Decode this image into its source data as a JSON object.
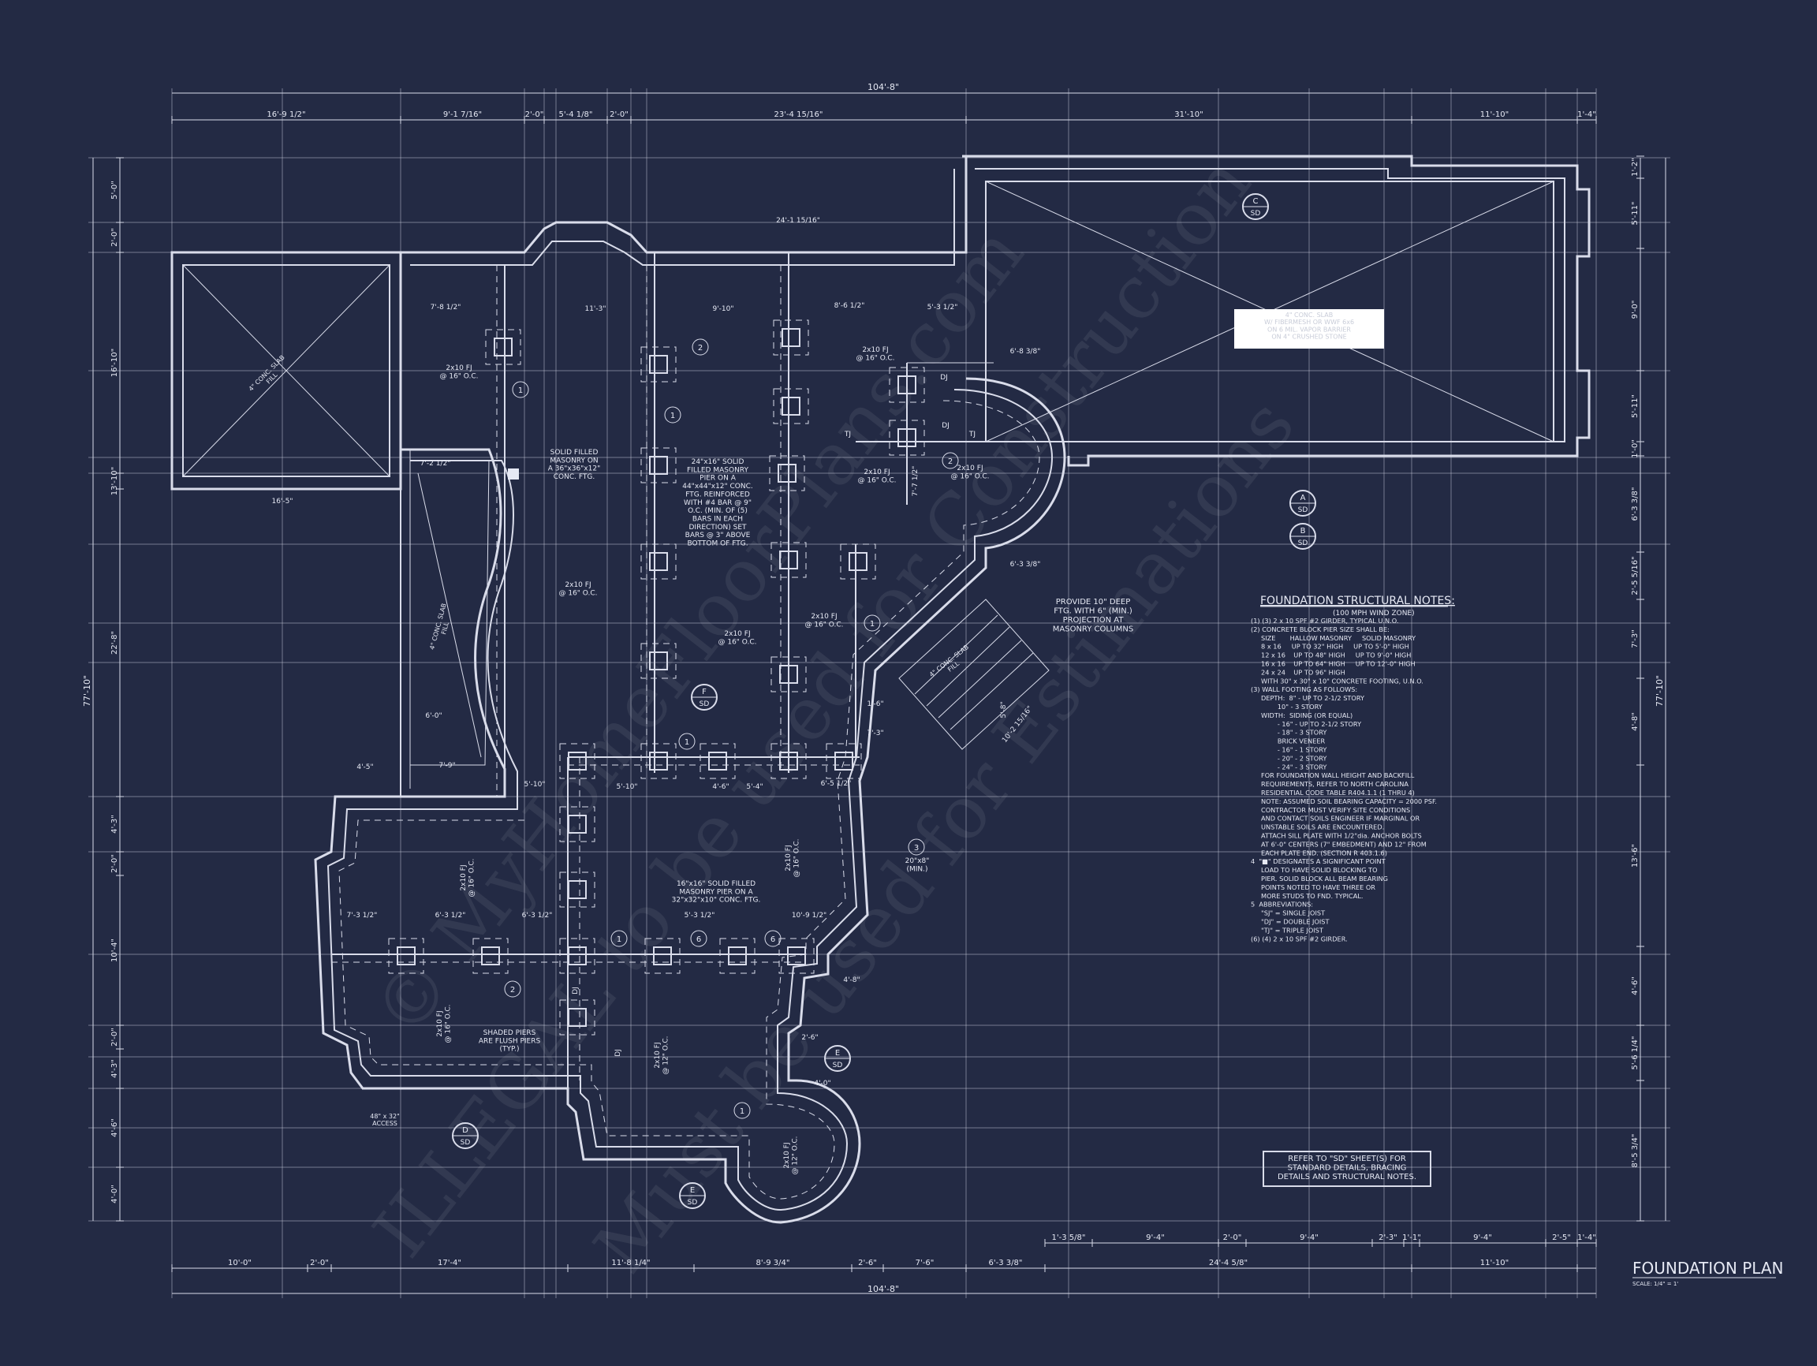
{
  "title": "FOUNDATION PLAN",
  "scale": "SCALE: 1/4\" = 1'",
  "watermark": [
    "© MyHomeFloorPlans.com",
    "ILLEGAL to be used for Construction",
    "Must be used for Estimations"
  ],
  "dims_top": [
    "16'-9 1/2\"",
    "9'-1 7/16\"",
    "2'-0\"",
    "5'-4 1/8\"",
    "2'-0\"",
    "23'-4 15/16\"",
    "31'-10\"",
    "11'-10\"",
    "1'-4\""
  ],
  "overall_dim": "104'-8\"",
  "dims_bottom": [
    "10'-0\"",
    "2'-0\"",
    "17'-4\"",
    "11'-8 1/4\"",
    "8'-9 3/4\"",
    "2'-6\"",
    "7'-6\"",
    "6'-3 3/8\"",
    "24'-4 5/8\"",
    "11'-10\""
  ],
  "dims_bottom_right": [
    "1'-3 5/8\"",
    "9'-4\"",
    "2'-0\"",
    "9'-4\"",
    "2'-3\"",
    "1'-1\"",
    "9'-4\"",
    "2'-5\"",
    "1'-4\""
  ],
  "dims_left": [
    "5'-0\"",
    "2'-0\"",
    "16'-10\"",
    "13'-10\"",
    "22'-8\"",
    "4'-3\"",
    "2'-0\"",
    "10'-4\"",
    "2'-0\"",
    "4'-3\"",
    "4'-6\"",
    "4'-0\""
  ],
  "overall_left": "77'-10\"",
  "overall_right": "77'-10\"",
  "dims_right": [
    "1'-2\"",
    "5'-11\"",
    "9'-0\"",
    "5'-11\"",
    "1'-0\"",
    "6'-3 3/8\"",
    "2'-5 5/16\"",
    "7'-3\"",
    "4'-8\"",
    "13'-6\"",
    "4'-6\"",
    "5'-6 1/4\"",
    "8'-5 3/4\""
  ],
  "interior_dims": [
    "24'-1 15/16\"",
    "7'-8 1/2\"",
    "11'-3\"",
    "9'-10\"",
    "8'-6 1/2\"",
    "5'-3 1/2\"",
    "6'-8 3/8\"",
    "7'-2 1/2\"",
    "16'-5\"",
    "6'-3 3/8\"",
    "5'-10\"",
    "5'-10\"",
    "4'-6\"",
    "5'-4\"",
    "6'-5 1/2\"",
    "7'-3 1/2\"",
    "6'-3 1/2\"",
    "6'-3 1/2\"",
    "5'-3 1/2\"",
    "10'-9 1/2\"",
    "4'-8\"",
    "2'-6\"",
    "4'-0\"",
    "7'-7 1/2\"",
    "6'-0\"",
    "4'-5\"",
    "7'-9\"",
    "1'-6\"",
    "7'-3\"",
    "5'-8\"",
    "10'-2 15/16\""
  ],
  "labels": {
    "fj_16": "2x10 FJ\n@ 16\" O.C.",
    "fj_12": "2x10 FJ\n@ 12\" O.C.",
    "dj": "DJ",
    "tj": "TJ",
    "slab_fill": "4\" CONC. SLAB\nFILL",
    "solid_filled": "SOLID FILLED\nMASONRY ON\nA 36\"x36\"x12\"\nCONC. FTG.",
    "pier_24": "24\"x16\" SOLID\nFILLED MASONRY\nPIER ON A\n44\"x44\"x12\" CONC.\nFTG. REINFORCED\nWITH #4 BAR @ 9\"\nO.C. (MIN. OF (5)\nBARS IN EACH\nDIRECTION) SET\nBARS @ 3\" ABOVE\nBOTTOM OF FTG.",
    "pier_16": "16\"x16\" SOLID FILLED\nMASONRY PIER ON A\n32\"x32\"x10\" CONC. FTG.",
    "shaded": "SHADED PIERS\nARE FLUSH PIERS\n(TYP.)",
    "access": "48\" x 32\"\nACCESS",
    "provide": "PROVIDE 10\" DEEP\nFTG. WITH 6\" (MIN.)\nPROJECTION AT\nMASONRY COLUMNS",
    "footing_20": "20\"x8\"\n(MIN.)",
    "garage_slab": "4\" CONC. SLAB\nW/ FIBERMESH OR WWF 6x6\nON 6 MIL. VAPOR BARRIER\nON 4\" CRUSHED STONE",
    "refer_sd": "REFER TO \"SD\" SHEET(S) FOR\nSTANDARD DETAILS, BRACING\nDETAILS AND STRUCTURAL NOTES."
  },
  "section_marks": [
    {
      "letter": "C",
      "sheet": "SD"
    },
    {
      "letter": "A",
      "sheet": "SD"
    },
    {
      "letter": "B",
      "sheet": "SD"
    },
    {
      "letter": "F",
      "sheet": "SD"
    },
    {
      "letter": "D",
      "sheet": "SD"
    },
    {
      "letter": "E",
      "sheet": "SD"
    },
    {
      "letter": "E",
      "sheet": "SD"
    }
  ],
  "notes": {
    "heading": "FOUNDATION STRUCTURAL NOTES:",
    "subheading": "(100 MPH WIND ZONE)",
    "lines": [
      "(1) (3) 2 x 10 SPF #2 GIRDER, TYPICAL U.N.O.",
      "(2) CONCRETE BLOCK PIER SIZE SHALL BE:",
      "     SIZE       HALLOW MASONRY     SOLID MASONRY",
      "     8 x 16     UP TO 32\" HIGH     UP TO 5'-0\" HIGH",
      "     12 x 16    UP TO 48\" HIGH     UP TO 9'-0\" HIGH",
      "     16 x 16    UP TO 64\" HIGH     UP TO 12'-0\" HIGH",
      "     24 x 24    UP TO 96\" HIGH",
      "     WITH 30\" x 30\" x 10\" CONCRETE FOOTING, U.N.O.",
      "(3) WALL FOOTING AS FOLLOWS:",
      "     DEPTH:  8\" - UP TO 2-1/2 STORY",
      "             10\" - 3 STORY",
      "     WIDTH:  SIDING (OR EQUAL)",
      "             - 16\" - UP TO 2-1/2 STORY",
      "             - 18\" - 3 STORY",
      "             BRICK VENEER",
      "             - 16\" - 1 STORY",
      "             - 20\" - 2 STORY",
      "             - 24\" - 3 STORY",
      "     FOR FOUNDATION WALL HEIGHT AND BACKFILL",
      "     REQUIREMENTS, REFER TO NORTH CAROLINA",
      "     RESIDENTIAL CODE TABLE R404.1.1 (1 THRU 4)",
      "     NOTE: ASSUMED SOIL BEARING CAPACITY = 2000 PSF.",
      "     CONTRACTOR MUST VERIFY SITE CONDITIONS",
      "     AND CONTACT SOILS ENGINEER IF MARGINAL OR",
      "     UNSTABLE SOILS ARE ENCOUNTERED.",
      "     ATTACH SILL PLATE WITH 1/2\"dia. ANCHOR BOLTS",
      "     AT 6'-0\" CENTERS (7\" EMBEDMENT) AND 12\" FROM",
      "     EACH PLATE END. (SECTION R 403.1.6)",
      "4  \"■\" DESIGNATES A SIGNIFICANT POINT",
      "     LOAD TO HAVE SOLID BLOCKING TO",
      "     PIER. SOLID BLOCK ALL BEAM BEARING",
      "     POINTS NOTED TO HAVE THREE OR",
      "     MORE STUDS TO FND. TYPICAL.",
      "5  ABBREVIATIONS:",
      "     \"SJ\" = SINGLE JOIST",
      "     \"DJ\" = DOUBLE JOIST",
      "     \"TJ\" = TRIPLE JOIST",
      "(6) (4) 2 x 10 SPF #2 GIRDER."
    ]
  }
}
